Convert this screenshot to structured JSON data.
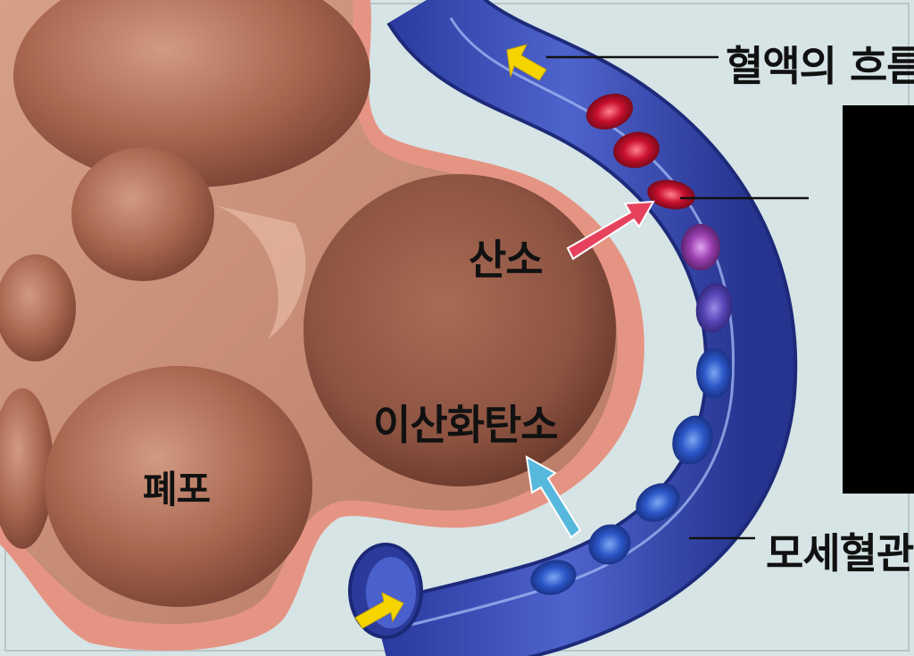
{
  "labels": {
    "blood_flow": "혈액의 흐름",
    "oxygen": "산소",
    "carbon_dioxide": "이산화탄소",
    "alveolus": "폐포",
    "capillary": "모세혈관"
  },
  "colors": {
    "background": "#d6e4e5",
    "alveolus_wall": "#e08f7f",
    "alveolus_body": "#b5765f",
    "capillary": "#3347b0",
    "oxygenated_cell": "#c8102e",
    "deoxygenated_cell": "#2c57c8",
    "transition_cell": "#9a3fb0",
    "flow_arrow": "#f5d400",
    "oxygen_arrow": "#e6425d",
    "co2_arrow": "#56b8dc"
  }
}
